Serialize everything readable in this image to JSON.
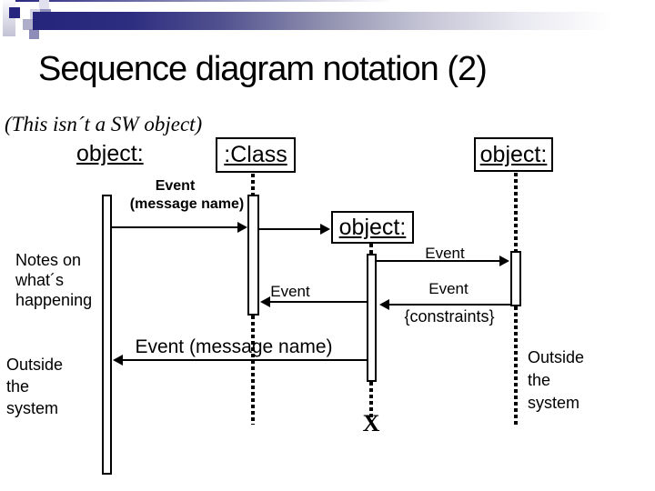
{
  "slide": {
    "title": "Sequence diagram notation (2)",
    "subtitle": "(This isn´t a SW object)"
  },
  "heads": {
    "left": "object:",
    "class": ":Class",
    "middle": "object:",
    "right": "object:"
  },
  "messages": {
    "create_label_line1": "Event",
    "create_label_line2": "(message name)",
    "to_right": "Event",
    "from_right": "Event",
    "from_right_constraint": "{constraints}",
    "to_class_return": "Event",
    "long_return": "Event (message name)"
  },
  "annotations": {
    "notes": [
      "Notes on",
      "what´s",
      "happening"
    ],
    "outside_left": [
      "Outside",
      "the",
      "system"
    ],
    "outside_right": [
      "Outside",
      "the",
      "system"
    ],
    "destroy": "X"
  },
  "colors": {
    "accent": "#26267e",
    "ink": "#000000"
  }
}
